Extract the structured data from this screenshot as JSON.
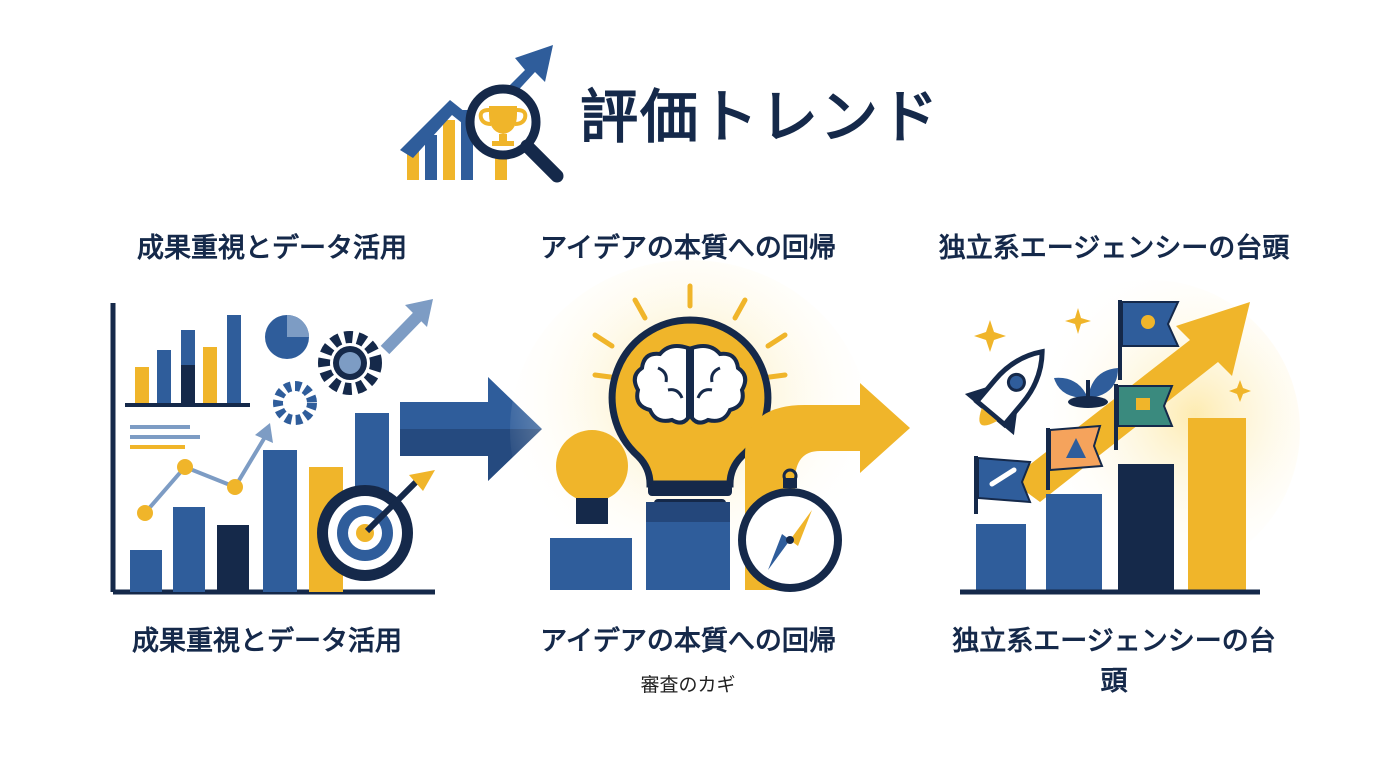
{
  "header": {
    "title": "評価トレンド",
    "icon": "trend-magnifier-trophy-icon"
  },
  "columns": [
    {
      "heading": "成果重視とデータ活用",
      "caption": "成果重視とデータ活用",
      "illustration": "data-charts-target-illustration"
    },
    {
      "heading": "アイデアの本質への回帰",
      "caption": "アイデアの本質への回帰",
      "subcaption": "審査のカギ",
      "illustration": "lightbulb-brain-compass-illustration"
    },
    {
      "heading": "独立系エージェンシーの台頭",
      "caption": "独立系エージェンシーの台\n頭",
      "illustration": "rocket-flags-growth-illustration"
    }
  ],
  "palette": {
    "navy": "#15294a",
    "blue": "#2f5d9b",
    "gold": "#f0b52a",
    "light_blue": "#7d9cc4"
  }
}
